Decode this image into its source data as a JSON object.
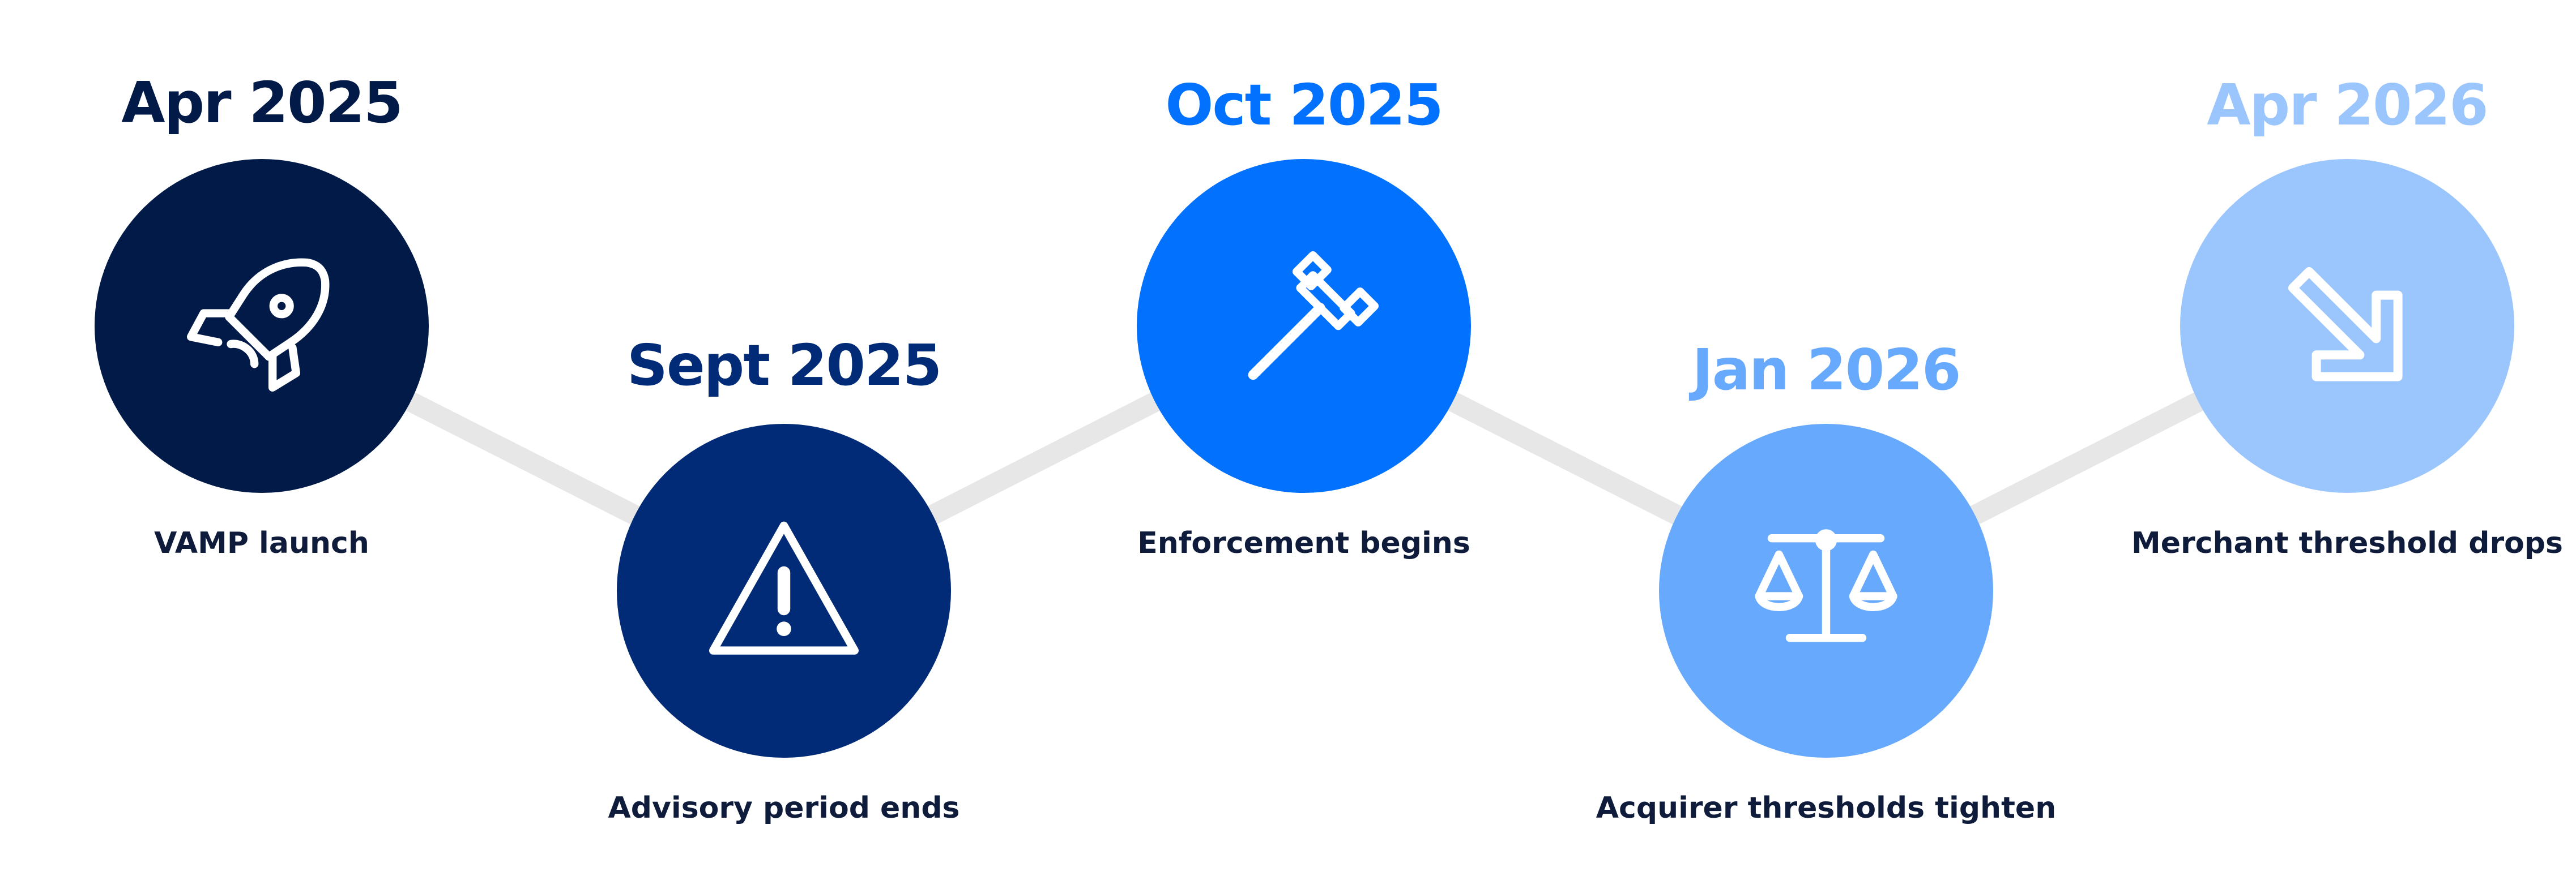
{
  "timeline": {
    "connector_color": "#e7e7e7",
    "milestones": [
      {
        "date": "Apr 2025",
        "label": "VAMP launch",
        "color": "#011a47",
        "icon": "rocket-icon"
      },
      {
        "date": "Sept 2025",
        "label": "Advisory period ends",
        "color": "#012b76",
        "icon": "warning-triangle-icon"
      },
      {
        "date": "Oct 2025",
        "label": "Enforcement begins",
        "color": "#0271fd",
        "icon": "gavel-icon"
      },
      {
        "date": "Jan 2026",
        "label": "Acquirer thresholds tighten",
        "color": "#67aafd",
        "icon": "scales-icon"
      },
      {
        "date": "Apr 2026",
        "label": "Merchant threshold drops",
        "color": "#9bc6fd",
        "icon": "arrow-down-right-icon"
      }
    ]
  }
}
